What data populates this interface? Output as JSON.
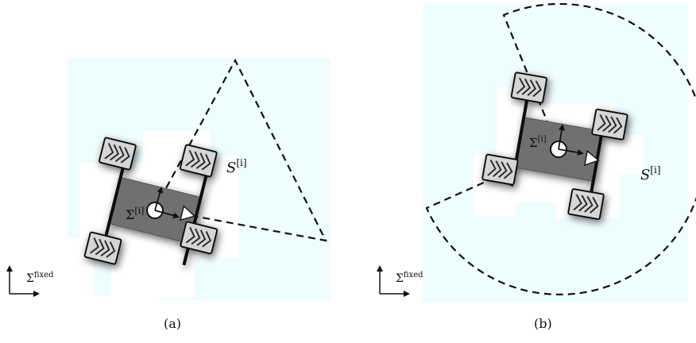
{
  "panels": [
    {
      "caption": "(a)",
      "region_label": "S",
      "region_sup": "[i]",
      "robot_label": "Σ",
      "robot_sup": "[i]",
      "frame_label": "Σ",
      "frame_sup": "fixed"
    },
    {
      "caption": "(b)",
      "region_label": "S",
      "region_sup": "[i]",
      "robot_label": "Σ",
      "robot_sup": "[i]",
      "frame_label": "Σ",
      "frame_sup": "fixed"
    }
  ],
  "colors": {
    "background_region": "#eefdfd",
    "robot_body": "#6f6f6f",
    "wheel": "#d6d6d6",
    "outline": "#111111"
  }
}
